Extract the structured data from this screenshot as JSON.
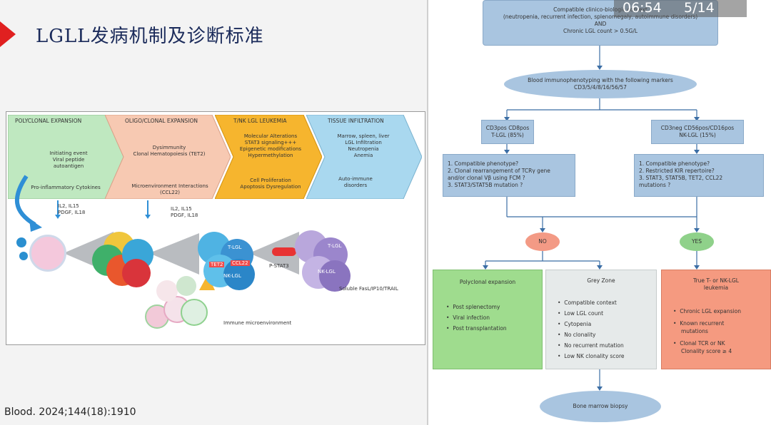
{
  "slide": {
    "title": "LGLL发病机制及诊断标准",
    "citation": "Blood. 2024;144(18):1910"
  },
  "video_overlay": {
    "time": "06:54",
    "page": "5/14"
  },
  "figure": {
    "phases": [
      {
        "title": "POLYCLONAL EXPANSION",
        "lines": [
          "Initiating event",
          "Viral peptide",
          "autoantigen"
        ],
        "extra": "Pro-inflammatory Cytokines",
        "color": "#bfe8c0"
      },
      {
        "title": "OLIGO/CLONAL EXPANSION",
        "lines": [
          "Dysimmunity",
          "",
          "Clonal Hematopoiesis (TET2)"
        ],
        "extra": "Microenvironment Interactions",
        "extra2": "(CCL22)",
        "color": "#f7c9b2"
      },
      {
        "title": "T/NK LGL LEUKEMIA",
        "lines": [
          "Molecular Alterations",
          "STAT3 signaling+++",
          "Epigenetic modifications",
          "Hypermethylation"
        ],
        "extra": "Cell Proliferation",
        "extra2": "Apoptosis Dysregulation",
        "color": "#f6b52e"
      },
      {
        "title": "TISSUE INFILTRATION",
        "lines": [
          "Marrow, spleen, liver",
          "LGL Infiltration",
          "Neutropenia",
          "Anemia"
        ],
        "extra": "Auto-immune",
        "extra2": "disorders",
        "color": "#a9d8ef"
      }
    ],
    "cytokines_1": [
      "IL2, IL15",
      "PDGF, IL18"
    ],
    "cytokines_2": [
      "IL2, IL15",
      "PDGF, IL18"
    ],
    "labels": {
      "tlgl": "T-LGL",
      "nklgl": "NK-LGL",
      "tet2": "TET2",
      "ccl22": "CCL22",
      "pstat3": "P-STAT3",
      "tlgl2": "T-LGL",
      "nklgl2": "NK-LGL",
      "soluble": "Soluble FasL/IP10/TRAIL",
      "immune": "Immune microenvironment"
    }
  },
  "flowchart": {
    "top_box": [
      "Compatible clinico-biologic context",
      "(neutropenia, recurrent infection, splenomegaly, autoimmune disorders)",
      "AND",
      "Chronic LGL count > 0.5G/L"
    ],
    "ellipse1": [
      "Blood immunophenotyping with the following markers",
      "CD3/5/4/8/16/56/57"
    ],
    "left_pheno": [
      "CD3pos CD8pos",
      "T-LGL (85%)"
    ],
    "right_pheno": [
      "CD3neg CD56pos/CD16pos",
      "NK-LGL (15%)"
    ],
    "left_q": [
      "1. Compatible phenotype?",
      "2. Clonal rearrangement of TCRγ gene",
      "and/or clonal Vβ using FCM ?",
      "3. STAT3/STAT5B mutation ?"
    ],
    "right_q": [
      "1. Compatible phenotype?",
      "2. Restricted KIR repertoire?",
      "3. STAT3, STAT5B, TET2, CCL22",
      "mutations ?"
    ],
    "no_label": "NO",
    "yes_label": "YES",
    "poly": {
      "title": "Polyclonal expansion",
      "items": [
        "Post splenectomy",
        "Viral infection",
        "Post transplantation"
      ]
    },
    "grey": {
      "title": "Grey Zone",
      "items": [
        "Compatible context",
        "Low LGL count",
        "Cytopenia",
        "No clonality",
        "No recurrent mutation",
        "Low NK clonality score"
      ]
    },
    "true_box": {
      "title": [
        "True T- or NK-LGL",
        "leukemia"
      ],
      "items": [
        "Chronic LGL expansion",
        "Known recurrent",
        "mutations",
        "Clonal TCR or NK",
        "Clonality score ≥ 4"
      ]
    },
    "bottom_ellipse": "Bone marrow biopsy",
    "colors": {
      "blue_box": "#a9c5e0",
      "no": "#f39a85",
      "yes": "#8fd18a",
      "green_box": "#9fdc8e",
      "grey_box": "#e6eaea",
      "red_box": "#f59a80",
      "line": "#3b6ea5"
    }
  }
}
